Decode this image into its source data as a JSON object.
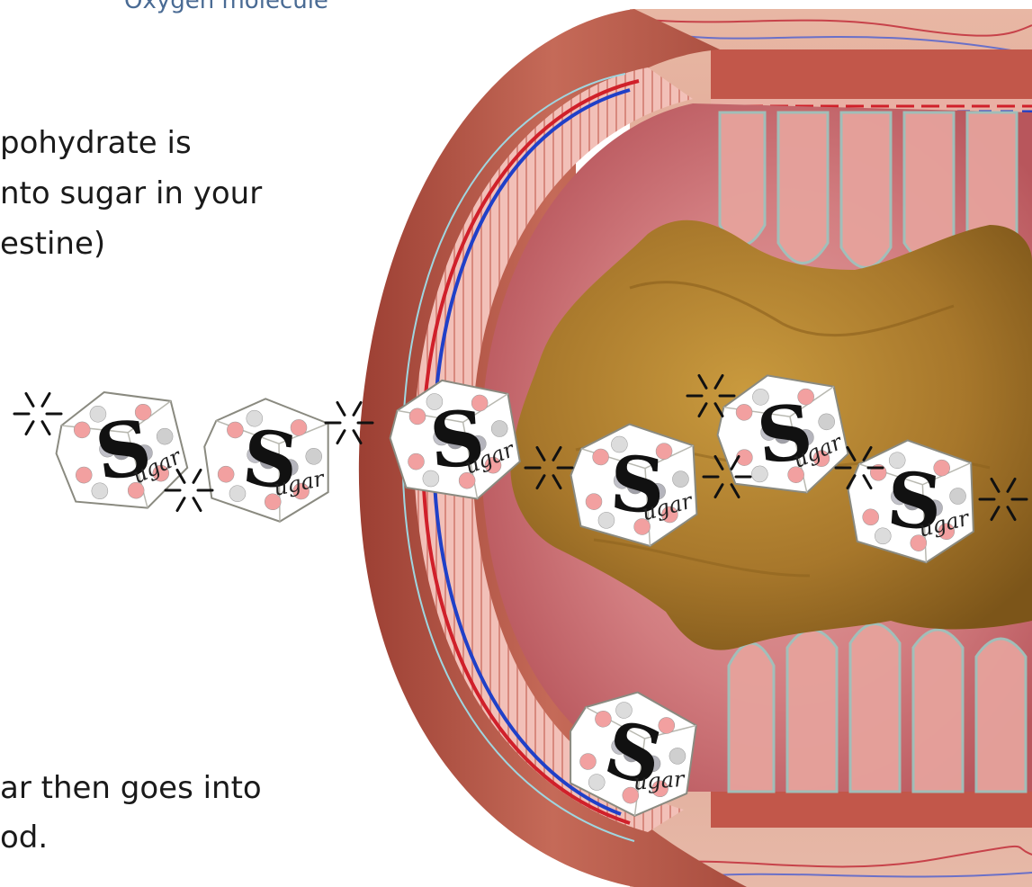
{
  "labels": {
    "oxygen": "Oxygen molecule",
    "caption_top": "pohydrate is\nnto sugar in your\nestine)",
    "caption_bottom": "ar then goes into\nod.",
    "cube_letter": "S",
    "cube_word": "ugar"
  },
  "colors": {
    "tissue_dark": "#a8453a",
    "tissue_mid": "#c8705f",
    "lumen": "#c8636a",
    "lumen_light": "#e8a3a4",
    "food": "#a6782a",
    "food_light": "#c99a3e",
    "vein_red": "#d0202a",
    "vein_blue": "#2040c8",
    "villi": "#f0b6b0"
  }
}
